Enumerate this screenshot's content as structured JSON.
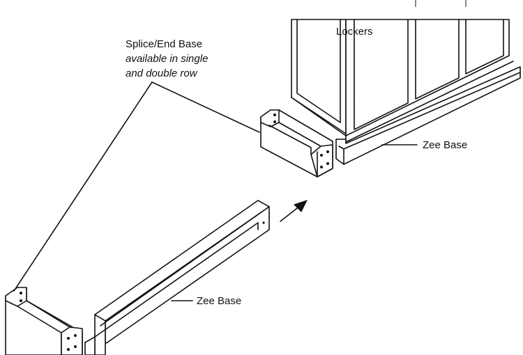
{
  "labels": {
    "lockers": "Lockers",
    "splice_end_base": "Splice/End Base",
    "available_line1": "available in single",
    "available_line2": "and double row",
    "zee_base_right": "Zee Base",
    "zee_base_bottom": "Zee Base"
  },
  "colors": {
    "line": "#111111",
    "background": "#ffffff"
  },
  "icons": {
    "arrow": "arrow-up-right-icon"
  }
}
